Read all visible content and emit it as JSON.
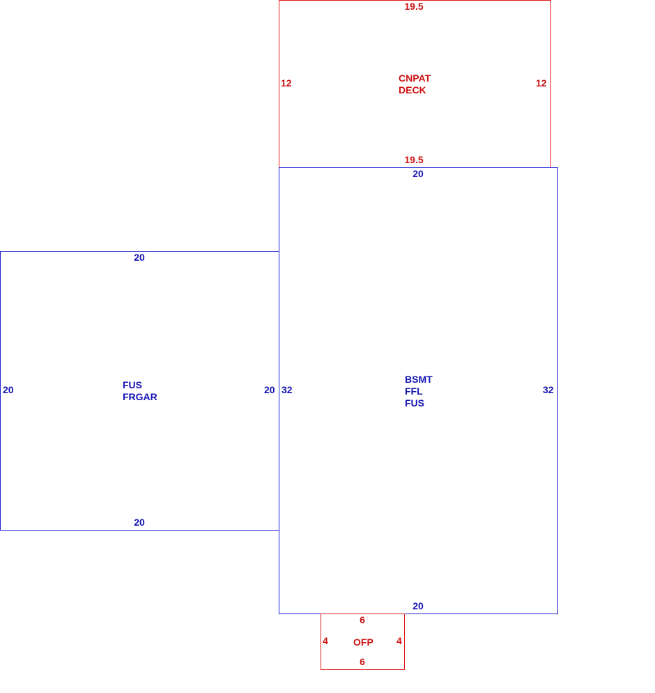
{
  "colors": {
    "main_structure": "#1f1fd0",
    "secondary_structure": "#e01a1a"
  },
  "areas": {
    "deck": {
      "labels": [
        "CNPAT",
        "DECK"
      ],
      "dims": {
        "top": "19.5",
        "bottom": "19.5",
        "left": "12",
        "right": "12"
      }
    },
    "main": {
      "labels": [
        "BSMT",
        "FFL",
        "FUS"
      ],
      "dims": {
        "top": "20",
        "bottom": "20",
        "left": "32",
        "right": "32"
      }
    },
    "garage": {
      "labels": [
        "FUS",
        "FRGAR"
      ],
      "dims": {
        "top": "20",
        "bottom": "20",
        "left": "20",
        "right": "20"
      }
    },
    "porch": {
      "labels": [
        "OFP"
      ],
      "dims": {
        "top": "6",
        "bottom": "6",
        "left": "4",
        "right": "4"
      }
    }
  }
}
